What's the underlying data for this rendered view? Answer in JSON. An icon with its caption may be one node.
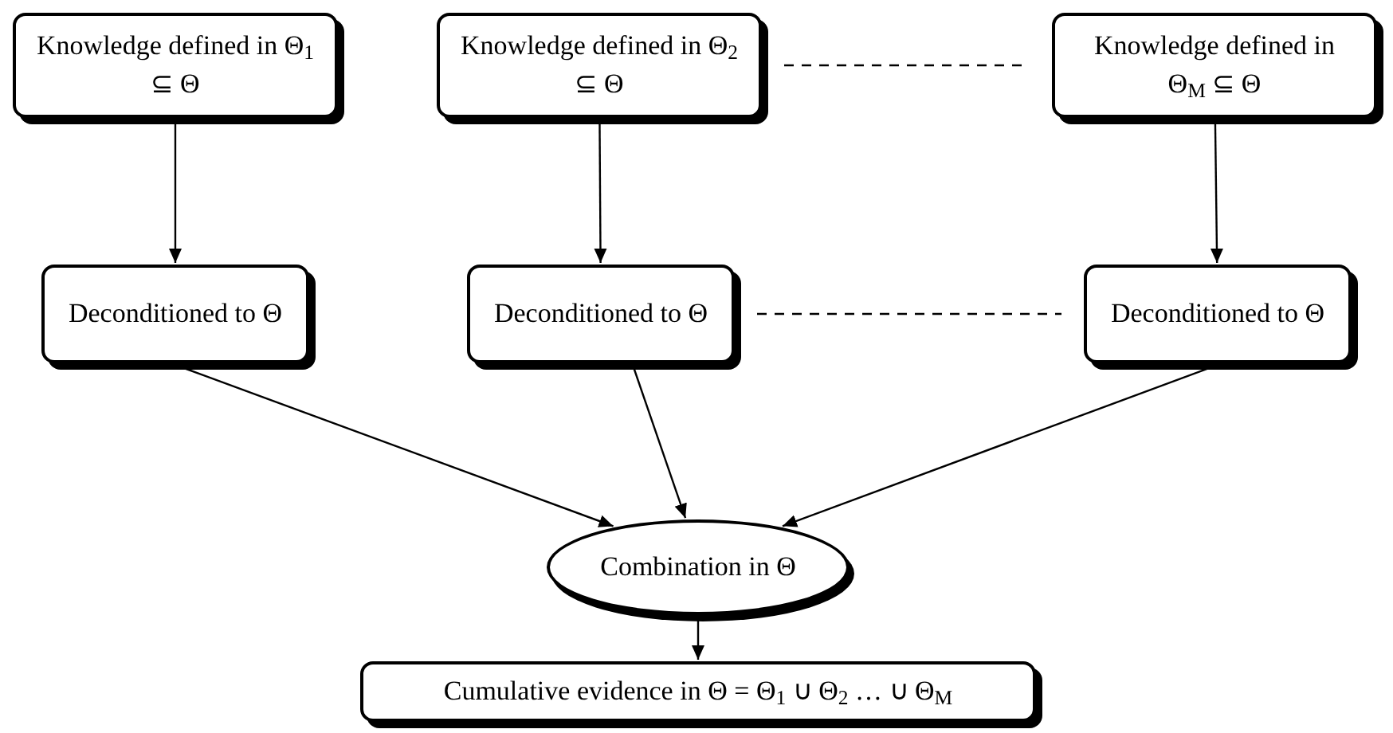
{
  "diagram": {
    "nodes": [
      {
        "text": [
          "Knowledge defined in Θ$_{1}$ ⊆ Θ"
        ]
      },
      {
        "text": [
          "Knowledge defined in Θ$_{2}$ ⊆ Θ"
        ]
      },
      {
        "text": [
          "Knowledge defined in Θ$_{M}$ ⊆ Θ"
        ]
      },
      {
        "text": [
          "Deconditioned to Θ"
        ]
      },
      {
        "text": [
          "Deconditioned to Θ"
        ]
      },
      {
        "text": [
          "Deconditioned to Θ"
        ]
      },
      {
        "text": [
          "Combination in Θ"
        ]
      },
      {
        "text": [
          "Cumulative evidence in Θ = Θ$_{1}$ ∪ Θ$_{2}$ … ∪ Θ$_{M}$"
        ]
      }
    ],
    "edges": [
      {
        "from": 0,
        "to": 3,
        "arrow": "to"
      },
      {
        "from": 1,
        "to": 4,
        "arrow": "to"
      },
      {
        "from": 2,
        "to": 5,
        "arrow": "to"
      },
      {
        "from": 3,
        "to": 6,
        "arrow": "to"
      },
      {
        "from": 4,
        "to": 6,
        "arrow": "to"
      },
      {
        "from": 5,
        "to": 6,
        "arrow": "to"
      },
      {
        "from": 6,
        "to": 7,
        "arrow": "to"
      },
      {
        "from": 1,
        "to": 2,
        "arrow": "none",
        "style": "dashed"
      },
      {
        "from": 4,
        "to": 5,
        "arrow": "none",
        "style": "dashed"
      }
    ]
  }
}
